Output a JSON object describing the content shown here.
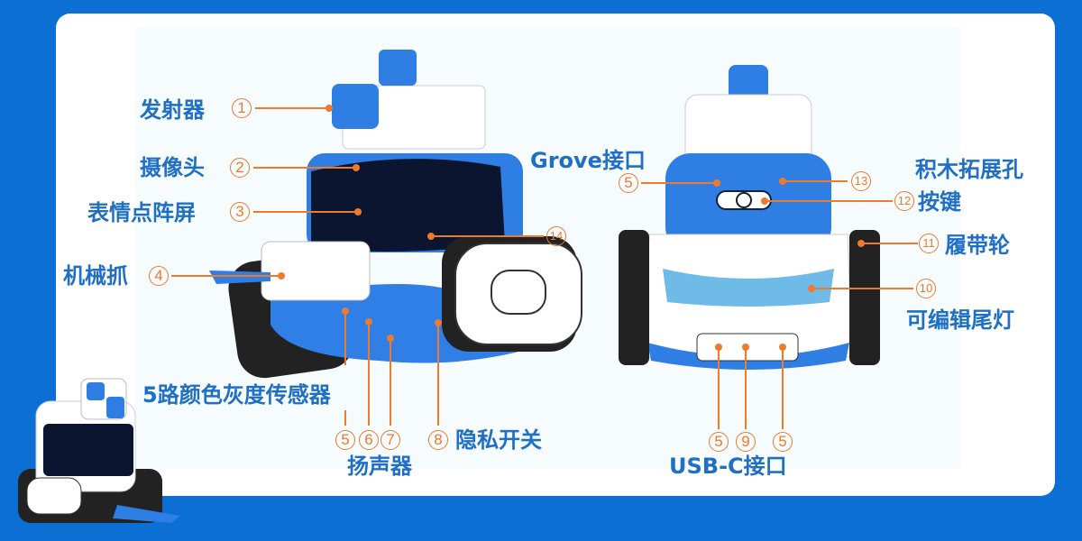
{
  "colors": {
    "background": "#0b6fd3",
    "label": "#1f6fc4",
    "callout": "#ee7a2c"
  },
  "labels": {
    "emitter": "发射器",
    "camera": "摄像头",
    "matrix": "表情点阵屏",
    "gripper": "机械抓",
    "gray_sensor": "5路颜色灰度传感器",
    "privacy": "隐私开关",
    "speaker": "扬声器",
    "grove": "Grove接口",
    "blocks": "积木拓展孔",
    "keys": "按键",
    "track": "履带轮",
    "taillight": "可编辑尾灯",
    "usbc": "USB-C接口"
  },
  "numbers": {
    "n1": "1",
    "n2": "2",
    "n3": "3",
    "n4": "4",
    "n5": "5",
    "n6": "6",
    "n7": "7",
    "n8": "8",
    "n9": "9",
    "n10": "10",
    "n11": "11",
    "n12": "12",
    "n13": "13",
    "n14": "14"
  }
}
